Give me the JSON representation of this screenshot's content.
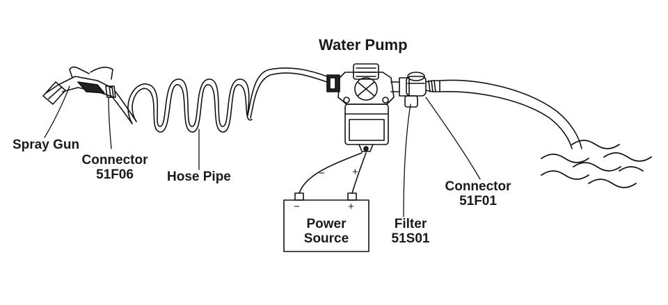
{
  "title": "Water Pump",
  "labels": {
    "spray_gun": "Spray Gun",
    "connector_left": {
      "name": "Connector",
      "code": "51F06"
    },
    "hose_pipe": "Hose Pipe",
    "power_source": {
      "line1": "Power",
      "line2": "Source"
    },
    "filter": {
      "name": "Filter",
      "code": "51S01"
    },
    "connector_right": {
      "name": "Connector",
      "code": "51F01"
    }
  },
  "polarity": {
    "negative": "−",
    "positive": "+"
  }
}
